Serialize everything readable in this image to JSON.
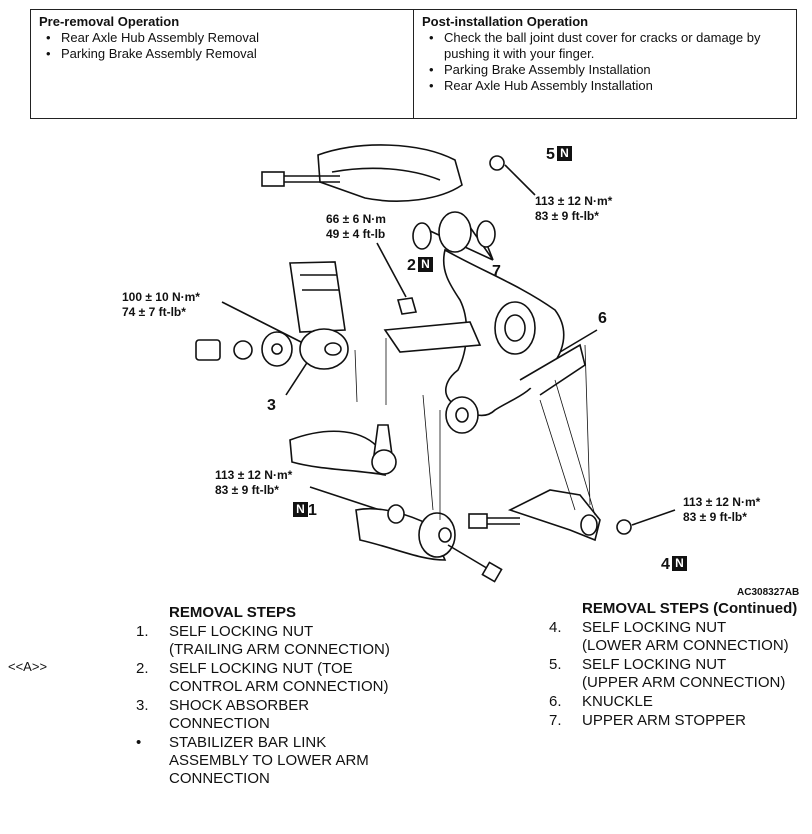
{
  "ops": {
    "pre_title": "Pre-removal Operation",
    "pre_items": [
      "Rear Axle Hub Assembly Removal",
      "Parking Brake Assembly Removal"
    ],
    "post_title": "Post-installation Operation",
    "post_items": [
      "Check the ball joint dust cover for cracks or damage by pushing it with your finger.",
      "Parking Brake Assembly Installation",
      "Rear Axle Hub Assembly Installation"
    ]
  },
  "labels": {
    "t5": [
      "113 ± 12 N·m*",
      "83 ± 9 ft-lb*"
    ],
    "t2": [
      "66 ± 6 N·m",
      "49 ± 4 ft-lb"
    ],
    "t3": [
      "100 ± 10 N·m*",
      "74 ± 7 ft-lb*"
    ],
    "t1": [
      "113 ± 12 N·m*",
      "83 ± 9 ft-lb*"
    ],
    "t4": [
      "113 ± 12 N·m*",
      "83 ± 9 ft-lb*"
    ],
    "n": "N",
    "c1": "1",
    "c2": "2",
    "c3": "3",
    "c4": "4",
    "c5": "5",
    "c6": "6",
    "c7": "7",
    "fig_id": "AC308327AB"
  },
  "steps_left": {
    "title": "REMOVAL STEPS",
    "marker": "<<A>>",
    "items": [
      {
        "no": "1.",
        "text": "SELF LOCKING NUT\n(TRAILING ARM CONNECTION)"
      },
      {
        "no": "2.",
        "text": "SELF LOCKING NUT (TOE\nCONTROL ARM CONNECTION)"
      },
      {
        "no": "3.",
        "text": "SHOCK ABSORBER\nCONNECTION"
      },
      {
        "no": "•",
        "text": "STABILIZER BAR LINK\nASSEMBLY TO LOWER ARM\nCONNECTION"
      }
    ]
  },
  "steps_right": {
    "title": "REMOVAL STEPS (Continued)",
    "items": [
      {
        "no": "4.",
        "text": "SELF LOCKING NUT\n(LOWER ARM CONNECTION)"
      },
      {
        "no": "5.",
        "text": "SELF LOCKING NUT\n(UPPER ARM CONNECTION)"
      },
      {
        "no": "6.",
        "text": "KNUCKLE"
      },
      {
        "no": "7.",
        "text": "UPPER ARM STOPPER"
      }
    ]
  }
}
